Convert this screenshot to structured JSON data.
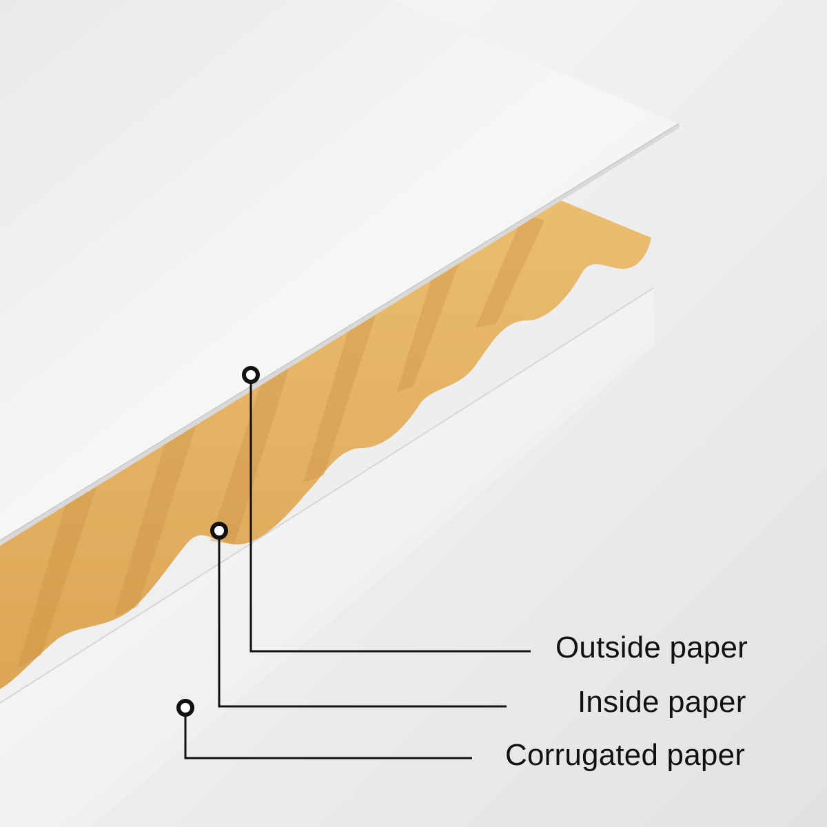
{
  "colors": {
    "background": "#ececec",
    "top_sheet": "#f4f4f4",
    "bottom_sheet": "#f1f1f1",
    "kraft": "#e5b363",
    "kraft_shadow": "#c9944a",
    "leader": "#111111"
  },
  "callouts": [
    {
      "id": "outside",
      "label": "Outside paper"
    },
    {
      "id": "inside",
      "label": "Inside paper"
    },
    {
      "id": "corrugated",
      "label": "Corrugated paper"
    }
  ]
}
